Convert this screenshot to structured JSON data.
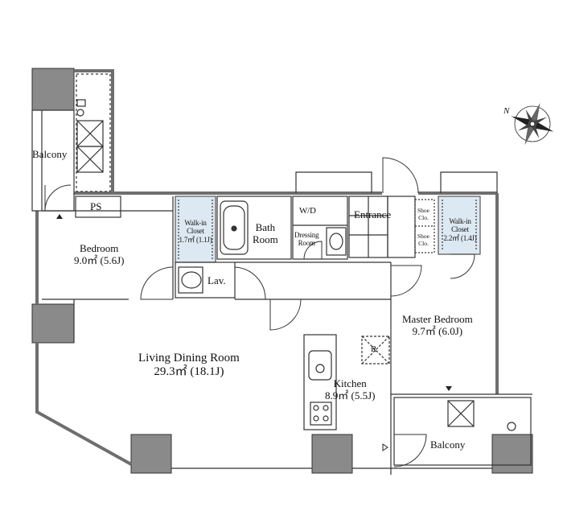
{
  "floorplan": {
    "rooms": {
      "balcony_west": {
        "name": "Balcony"
      },
      "ps": {
        "name": "PS"
      },
      "bedroom": {
        "name": "Bedroom",
        "area": "9.0㎡ (5.6J)"
      },
      "walkin_closet_1": {
        "name_line1": "Walk-in",
        "name_line2": "Closet",
        "area": "1.7㎡ (1.1J)"
      },
      "bath_room": {
        "name_line1": "Bath",
        "name_line2": "Room"
      },
      "wd": {
        "name": "W/D"
      },
      "dressing_room": {
        "name_line1": "Dressing",
        "name_line2": "Room"
      },
      "lav": {
        "name": "Lav."
      },
      "entrance": {
        "name": "Entrance"
      },
      "shoe_closet_1": {
        "name_line1": "Shoe",
        "name_line2": "Clo."
      },
      "shoe_closet_2": {
        "name_line1": "Shoe",
        "name_line2": "Clo."
      },
      "walkin_closet_2": {
        "name_line1": "Walk-in",
        "name_line2": "Closet",
        "area": "2.2㎡ (1.4J)"
      },
      "master_bedroom": {
        "name": "Master Bedroom",
        "area": "9.7㎡ (6.0J)"
      },
      "living_dining": {
        "name": "Living Dining Room",
        "area": "29.3㎡ (18.1J)"
      },
      "kitchen": {
        "name": "Kitchen",
        "area": "8.9㎡ (5.5J)"
      },
      "balcony_east": {
        "name": "Balcony"
      }
    },
    "fixtures": {
      "refrigerator_mark": "R"
    },
    "compass": {
      "north_label": "N"
    },
    "colors": {
      "wall": "#6e6e6e",
      "line": "#333333",
      "closet_fill": "#dde9f2",
      "column": "#8a8a8a"
    }
  }
}
